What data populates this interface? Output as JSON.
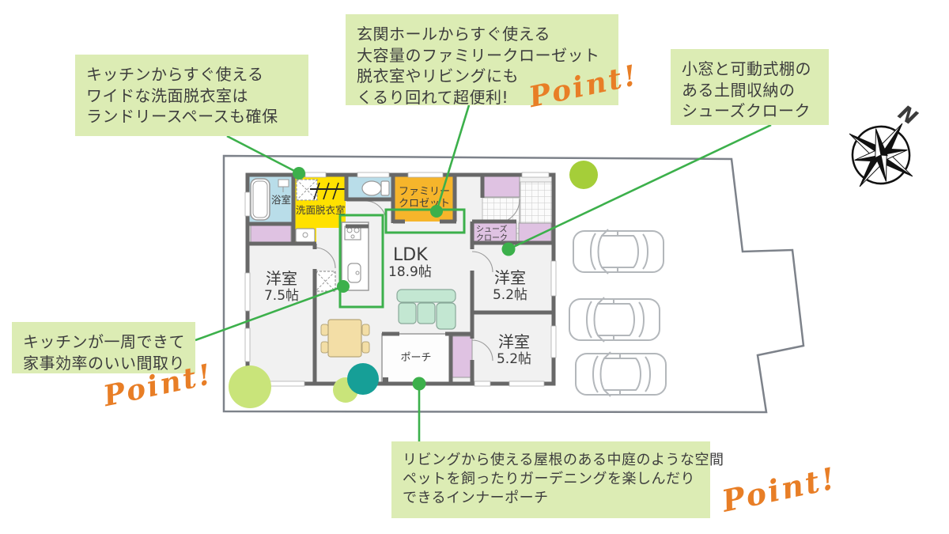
{
  "callouts": {
    "laundry_room": {
      "line1": "キッチンからすぐ使える",
      "line2": "ワイドな洗面脱衣室は",
      "line3": "ランドリースペースも確保"
    },
    "family_closet": {
      "line1": "玄関ホールからすぐ使える",
      "line2": "大容量のファミリークローゼット",
      "line3": "脱衣室やリビングにも",
      "line4": "くるり回れて超便利!",
      "point": "Point!"
    },
    "shoes_cloak": {
      "line1": "小窓と可動式棚の",
      "line2": "ある土間収納の",
      "line3": "シューズクローク"
    },
    "kitchen": {
      "line1": "キッチンが一周できて",
      "line2": "家事効率のいい間取り",
      "point": "Point!"
    },
    "inner_porch": {
      "line1": "リビングから使える屋根のある中庭のような空間",
      "line2": "ペットを飼ったりガーデニングを楽しんだり",
      "line3": "できるインナーポーチ",
      "point": "Point!"
    }
  },
  "floor_plan": {
    "rooms": {
      "bath": "浴室",
      "laundry": "洗面脱衣室",
      "family_closet_line1": "ファミリー",
      "family_closet_line2": "クロゼット",
      "shoes_cloak_line1": "シューズ",
      "shoes_cloak_line2": "クローク",
      "ldk_name": "LDK",
      "ldk_size": "18.9帖",
      "bedroom1_name": "洋室",
      "bedroom1_size": "7.5帖",
      "bedroom2_name": "洋室",
      "bedroom2_size": "5.2帖",
      "bedroom3_name": "洋室",
      "bedroom3_size": "5.2帖",
      "porch": "ポーチ"
    },
    "compass_north": "N"
  },
  "colors": {
    "annotation_green": "#3cb04b",
    "callout_bg": "#dcecb4",
    "point_orange": "#e87e26",
    "family_closet_fill": "#f6b52b",
    "laundry_fill": "#ffe100",
    "bath_fill": "#b9dde9",
    "closet_fill": "#dfc2e2",
    "sofa_fill": "#c3e7d2",
    "table_fill": "#f3dea6",
    "tree_lime": "#a5ce39",
    "tree_light_lime": "#c9e47a",
    "tree_teal": "#169f97",
    "wall_gray": "#686868",
    "lot_line_gray": "#7d828a"
  }
}
